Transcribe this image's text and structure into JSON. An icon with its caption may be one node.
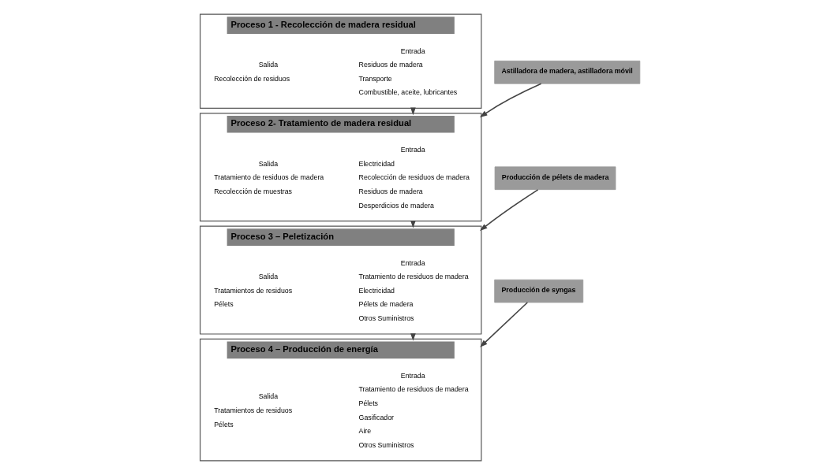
{
  "diagram": {
    "nodes": [
      {
        "text": [
          "Proceso 1 - Recolección de madera residual"
        ]
      },
      {
        "text": [
          "Entrada",
          "Residuos de madera",
          "Transporte",
          "Combustible, aceite, lubricantes"
        ],
        "in": 0
      },
      {
        "text": [
          "Salida",
          "Recolección de residuos"
        ],
        "in": 0
      },
      {
        "text": [
          "Proceso 2- Tratamiento de madera residual"
        ]
      },
      {
        "text": [
          "Entrada",
          "Electricidad",
          "Recolección de residuos de madera",
          "Residuos de madera",
          "Desperdicios de madera"
        ],
        "in": 3
      },
      {
        "text": [
          "Salida",
          "Tratamiento de residuos de madera",
          "Recolección de muestras"
        ],
        "in": 3
      },
      {
        "text": [
          "Astilladora de madera, astilladora móvil"
        ]
      },
      {
        "text": [
          "Producción de syngas"
        ]
      },
      {
        "text": [
          "Producción de pélets de madera"
        ]
      },
      {
        "text": [
          "Proceso 3 – Peletización"
        ]
      },
      {
        "text": [
          "Entrada",
          "Tratamiento de residuos de madera",
          "Electricidad",
          "Pélets de madera",
          "Otros Suministros"
        ],
        "in": 9
      },
      {
        "text": [
          "Salida",
          "Tratamientos de residuos",
          "Pélets"
        ],
        "in": 9
      },
      {
        "text": [
          "Proceso 4 – Producción de energía"
        ]
      },
      {
        "text": [
          "Entrada",
          "Tratamiento de residuos de madera",
          "Pélets",
          "Gasificador",
          "Aire",
          "Otros Suministros"
        ],
        "in": 12
      },
      {
        "text": [
          "Salida",
          "Tratamientos de residuos",
          "Pélets"
        ],
        "in": 12
      }
    ],
    "edges": [
      {
        "from": 0,
        "to": 3,
        "arrow": "to"
      },
      {
        "from": 6,
        "to": 3,
        "arrow": "to"
      },
      {
        "from": 3,
        "to": 9,
        "arrow": "to"
      },
      {
        "from": 8,
        "to": 9,
        "arrow": "to"
      },
      {
        "from": 9,
        "to": 12,
        "arrow": "to"
      },
      {
        "from": 7,
        "to": 12,
        "arrow": "to"
      }
    ]
  }
}
